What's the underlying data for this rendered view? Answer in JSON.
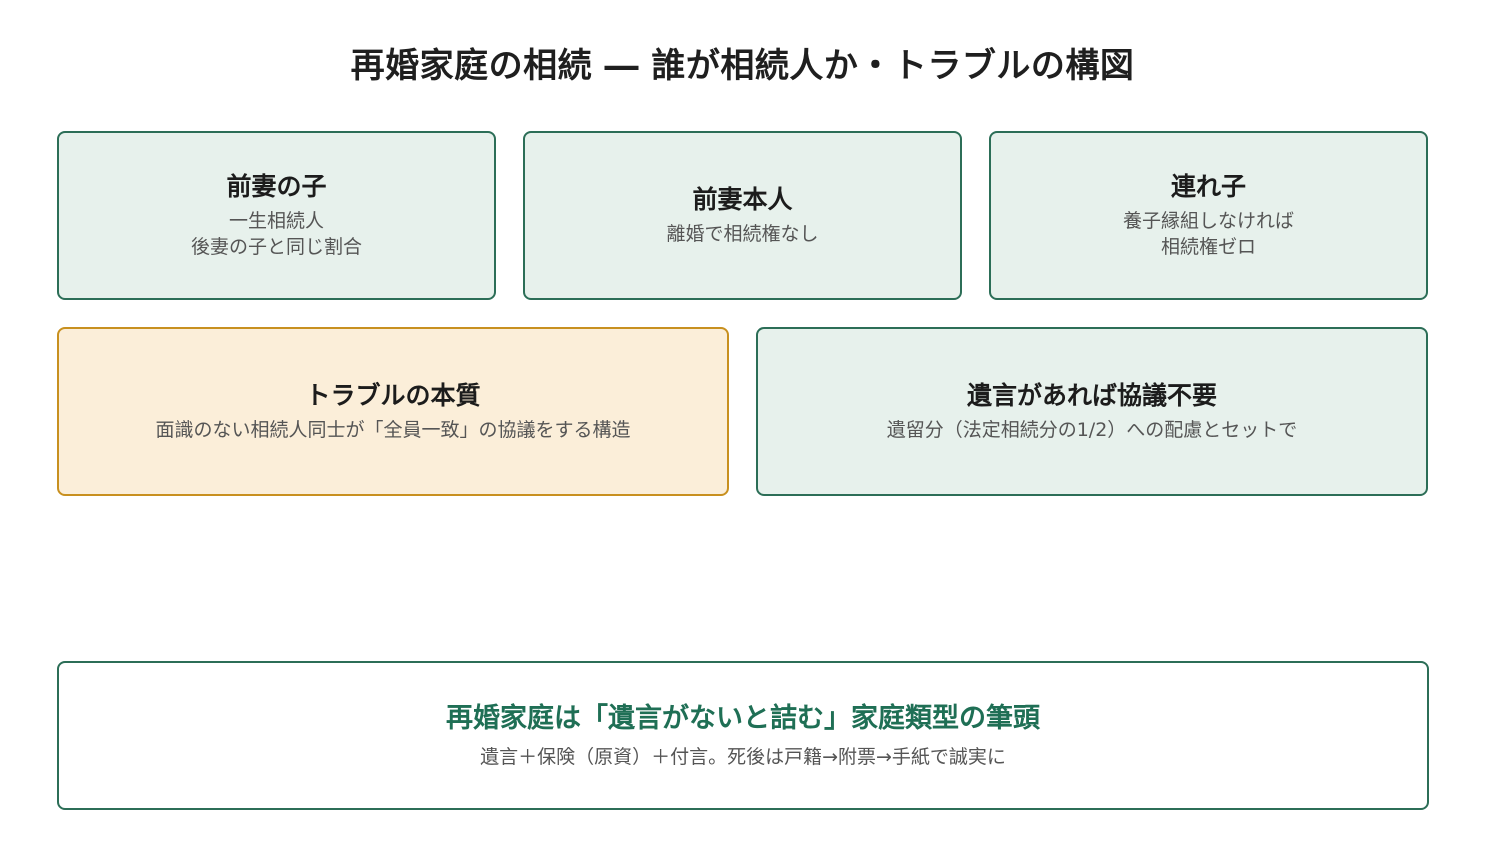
{
  "title": "再婚家庭の相続 ― 誰が相続人か・トラブルの構図",
  "cards": [
    {
      "title": "前妻の子",
      "lines": [
        "一生相続人",
        "後妻の子と同じ割合"
      ]
    },
    {
      "title": "前妻本人",
      "lines": [
        "離婚で相続権なし"
      ]
    },
    {
      "title": "連れ子",
      "lines": [
        "養子縁組しなければ",
        "相続権ゼロ"
      ]
    },
    {
      "title": "トラブルの本質",
      "lines": [
        "面識のない相続人同士が「全員一致」の協議をする構造"
      ]
    },
    {
      "title": "遺言があれば協議不要",
      "lines": [
        "遺留分（法定相続分の1/2）への配慮とセットで"
      ]
    }
  ],
  "summary": {
    "title": "再婚家庭は「遺言がないと詰む」家庭類型の筆頭",
    "line": "遺言＋保険（原資）＋付言。死後は戸籍→附票→手紙で誠実に"
  },
  "colors": {
    "accent": "#2c6e57",
    "accent_text": "#1f6f55",
    "warn_border": "#c8901f",
    "warn_fill": "#fbeed9",
    "card_fill": "#e7f1ec"
  }
}
